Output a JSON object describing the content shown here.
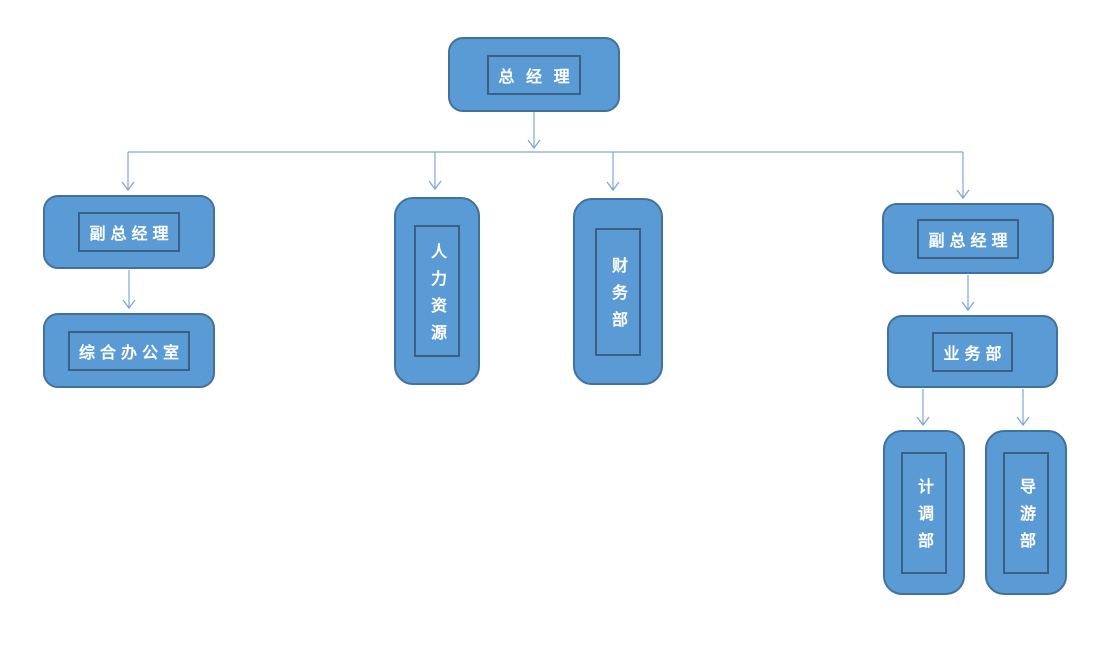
{
  "colors": {
    "node_fill": "#5b9bd5",
    "node_border": "#41719c",
    "inner_frame_border": "#3a6183",
    "connector": "#7ea7da",
    "text": "#ffffff",
    "background": "#ffffff"
  },
  "org": {
    "nodes": {
      "gm": {
        "label": "总 经 理",
        "orientation": "horizontal"
      },
      "vp_left": {
        "label": "副总经理",
        "orientation": "horizontal"
      },
      "admin_office": {
        "label": "综合办公室",
        "orientation": "horizontal"
      },
      "hr": {
        "label": "人力资源",
        "orientation": "vertical"
      },
      "finance": {
        "label": "财务部",
        "orientation": "vertical"
      },
      "vp_right": {
        "label": "副总经理",
        "orientation": "horizontal"
      },
      "business": {
        "label": "业务部",
        "orientation": "horizontal"
      },
      "planning": {
        "label": "计调部",
        "orientation": "vertical"
      },
      "guide": {
        "label": "导游部",
        "orientation": "vertical"
      }
    },
    "edges": [
      {
        "from": "gm",
        "to": "vp_left"
      },
      {
        "from": "gm",
        "to": "hr"
      },
      {
        "from": "gm",
        "to": "finance"
      },
      {
        "from": "gm",
        "to": "vp_right"
      },
      {
        "from": "vp_left",
        "to": "admin_office"
      },
      {
        "from": "vp_right",
        "to": "business"
      },
      {
        "from": "business",
        "to": "planning"
      },
      {
        "from": "business",
        "to": "guide"
      }
    ]
  }
}
